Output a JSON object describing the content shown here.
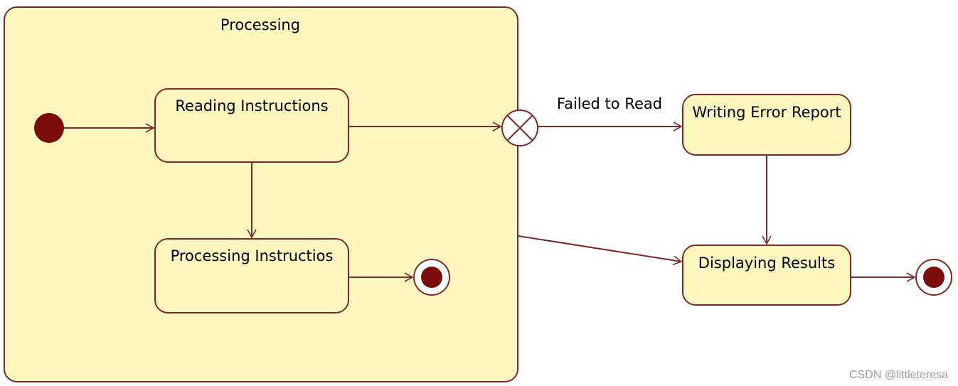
{
  "diagram": {
    "composite_state": {
      "name": "Processing"
    },
    "states": {
      "reading": "Reading Instructions",
      "processing": "Processing Instructios",
      "error_report": "Writing Error Report",
      "displaying": "Displaying Results"
    },
    "transitions": {
      "failed_label": "Failed to Read"
    }
  },
  "watermark": "CSDN @littleteresa",
  "colors": {
    "state_fill": "#fdf7bf",
    "state_border": "#7b2a2a",
    "node_fill": "#7a0c0c",
    "arrow": "#7b2a2a"
  }
}
